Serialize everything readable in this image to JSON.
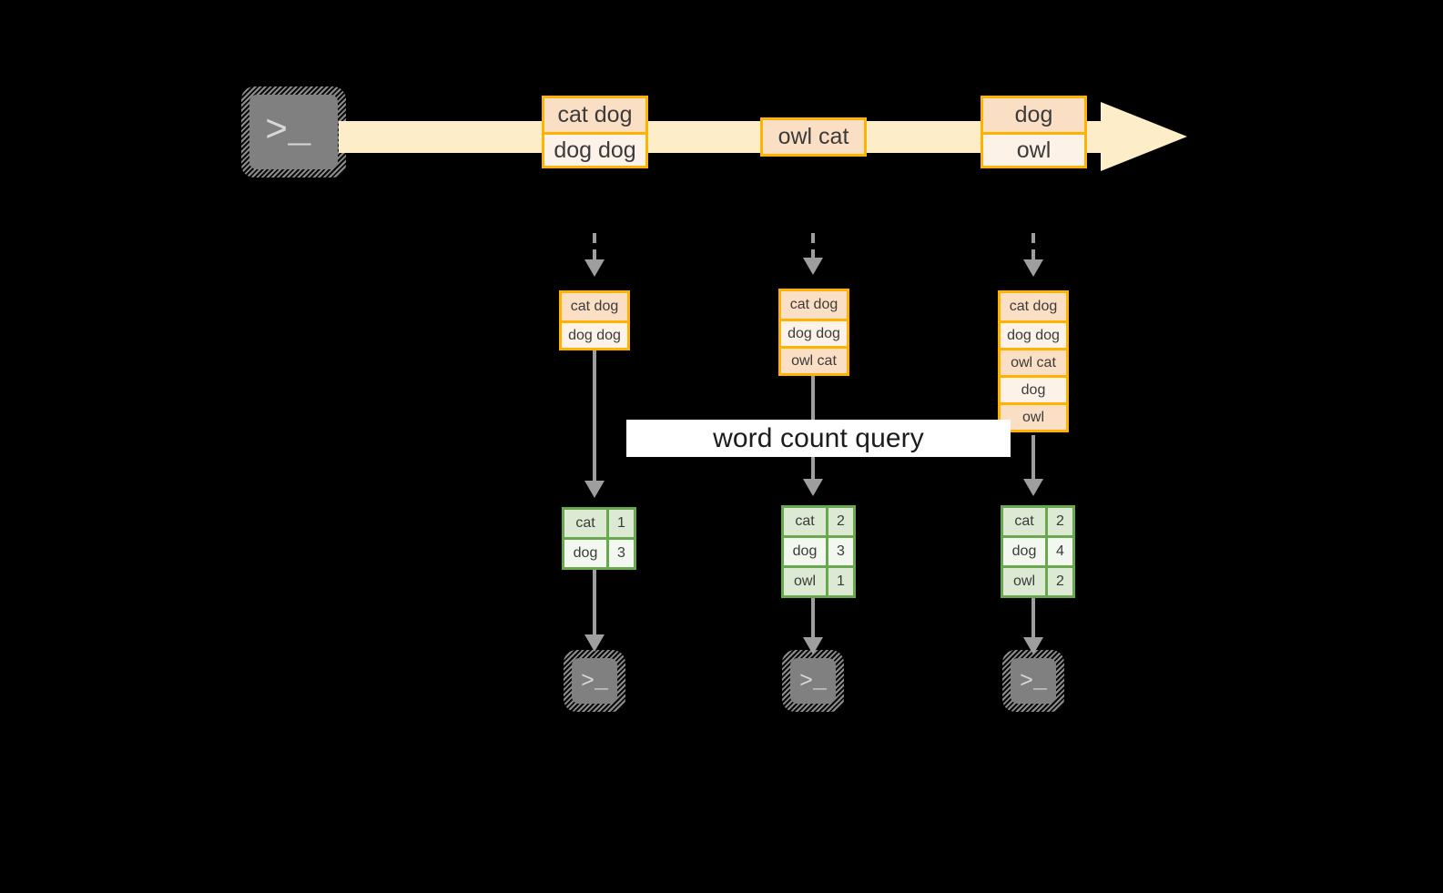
{
  "diagram": {
    "title": "streaming word count",
    "background_color": "#000000",
    "colors": {
      "event_border": "#ffb300",
      "event_fill_dark": "#fbdfc4",
      "event_fill_light": "#fdf2e8",
      "stream_fill": "#fdeec9",
      "result_border": "#6aa84f",
      "result_fill_dark": "#dce9d3",
      "result_fill_light": "#f2f7ef",
      "connector": "#9e9e9e",
      "terminal_fill": "#808080",
      "caption_background": "#ffffff"
    }
  },
  "source": {
    "icon": "terminal-icon",
    "glyph": ">_"
  },
  "stream": {
    "icon": "right-arrow-icon",
    "events": [
      {
        "id": "event-1",
        "lines": [
          "cat dog",
          "dog dog"
        ]
      },
      {
        "id": "event-2",
        "lines": [
          "owl cat"
        ]
      },
      {
        "id": "event-3",
        "lines": [
          "dog",
          "owl"
        ]
      }
    ]
  },
  "caption": {
    "label": "word count query"
  },
  "columns": [
    {
      "id": "snapshot-1",
      "input_lines": [
        "cat dog",
        "dog dog"
      ],
      "result": {
        "rows": [
          {
            "word": "cat",
            "count": "1"
          },
          {
            "word": "dog",
            "count": "3"
          }
        ]
      },
      "sink": {
        "icon": "terminal-icon",
        "glyph": ">_"
      }
    },
    {
      "id": "snapshot-2",
      "input_lines": [
        "cat dog",
        "dog dog",
        "owl cat"
      ],
      "result": {
        "rows": [
          {
            "word": "cat",
            "count": "2"
          },
          {
            "word": "dog",
            "count": "3"
          },
          {
            "word": "owl",
            "count": "1"
          }
        ]
      },
      "sink": {
        "icon": "terminal-icon",
        "glyph": ">_"
      }
    },
    {
      "id": "snapshot-3",
      "input_lines": [
        "cat dog",
        "dog dog",
        "owl cat",
        "dog",
        "owl"
      ],
      "result": {
        "rows": [
          {
            "word": "cat",
            "count": "2"
          },
          {
            "word": "dog",
            "count": "4"
          },
          {
            "word": "owl",
            "count": "2"
          }
        ]
      },
      "sink": {
        "icon": "terminal-icon",
        "glyph": ">_"
      }
    }
  ],
  "chart_data": {
    "type": "diagram",
    "title": "word count query over a stream",
    "stream_events": [
      [
        "cat dog",
        "dog dog"
      ],
      [
        "owl cat"
      ],
      [
        "dog",
        "owl"
      ]
    ],
    "snapshots": [
      {
        "accumulated_input": [
          "cat dog",
          "dog dog"
        ],
        "categories": [
          "cat",
          "dog"
        ],
        "values": [
          1,
          3
        ]
      },
      {
        "accumulated_input": [
          "cat dog",
          "dog dog",
          "owl cat"
        ],
        "categories": [
          "cat",
          "dog",
          "owl"
        ],
        "values": [
          2,
          3,
          1
        ]
      },
      {
        "accumulated_input": [
          "cat dog",
          "dog dog",
          "owl cat",
          "dog",
          "owl"
        ],
        "categories": [
          "cat",
          "dog",
          "owl"
        ],
        "values": [
          2,
          4,
          2
        ]
      }
    ]
  }
}
